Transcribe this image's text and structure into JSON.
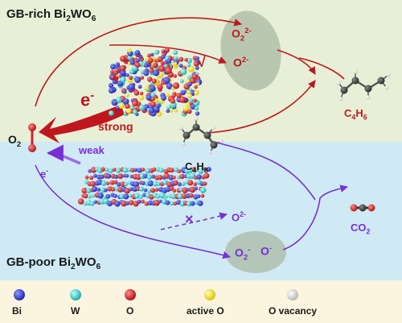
{
  "top_region": {
    "title_main": "GB-rich Bi",
    "title_sub": "2",
    "title_tail": "WO",
    "title_sub2": "6"
  },
  "bottom_region": {
    "title_main": "GB-poor Bi",
    "title_sub": "2",
    "title_tail": "WO",
    "title_sub2": "6"
  },
  "species": {
    "o2_left": {
      "main": "O",
      "sub": "2"
    },
    "o2_2minus_top": {
      "main": "O",
      "sub": "2",
      "sup": "2-"
    },
    "o_2minus_top": {
      "main": "O",
      "sup": "2-"
    },
    "o_2minus_bottom": {
      "main": "O",
      "sup": "2-"
    },
    "o2_minus_bottom": {
      "main": "O",
      "sub": "2",
      "sup": "-"
    },
    "o_minus_bottom": {
      "main": "O",
      "sup": "-"
    },
    "c4h6": {
      "c": "C",
      "n1": "4",
      "h": "H",
      "n2": "6"
    },
    "c4h8": {
      "c": "C",
      "n1": "4",
      "h": "H",
      "n2": "8"
    },
    "co2": {
      "main": "CO",
      "sub": "2"
    }
  },
  "transfer": {
    "strong_label": "strong",
    "weak_label": "weak",
    "electron_top": {
      "main": "e",
      "sup": "-"
    },
    "electron_bottom": {
      "main": "e",
      "sup": "-"
    }
  },
  "marks": {
    "check": "√",
    "cross": "×"
  },
  "legend": [
    {
      "label": "Bi",
      "color": "#2233cc"
    },
    {
      "label": "W",
      "color": "#2ec8c8"
    },
    {
      "label": "O",
      "color": "#d11818"
    },
    {
      "label": "active O",
      "color": "#f2e21a"
    },
    {
      "label": "O vacancy",
      "color": "#d8d8d8"
    }
  ],
  "colors": {
    "top_bg": "#e7f0d6",
    "bottom_bg": "#cfeaf4",
    "legend_bg": "#fbf5e0",
    "red_arrow": "#c0161e",
    "purple_arrow": "#7a2fd6",
    "ellipse": "#a9b9a3"
  }
}
